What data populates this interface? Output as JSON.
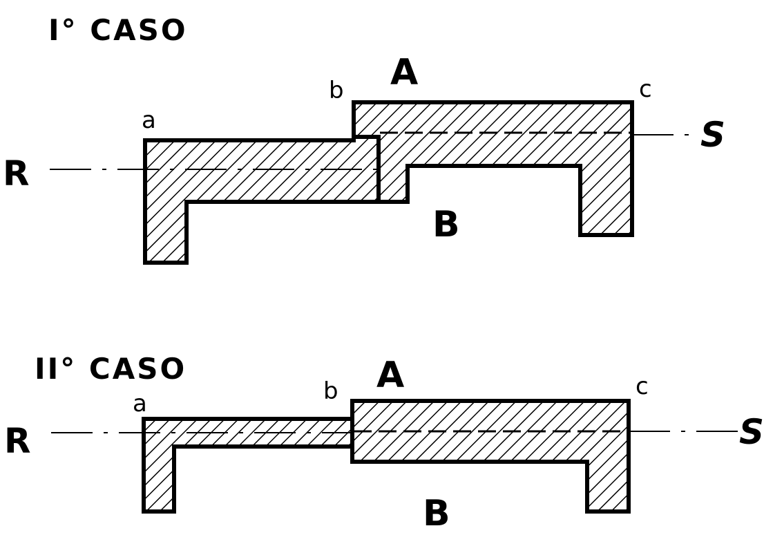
{
  "case1": {
    "title": "I° CASO",
    "label_a": "a",
    "label_b": "b",
    "label_c": "c",
    "label_A": "A",
    "label_B": "B",
    "left": "R",
    "right": "S"
  },
  "case2": {
    "title": "II° CASO",
    "label_a": "a",
    "label_b": "b",
    "label_c": "c",
    "label_A": "A",
    "label_B": "B",
    "left": "R",
    "right": "S"
  }
}
